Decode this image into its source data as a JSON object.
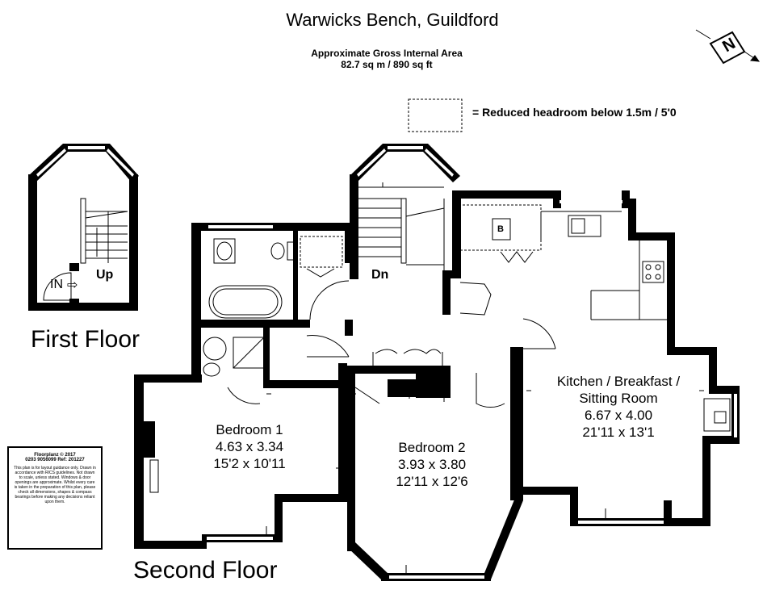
{
  "title": "Warwicks Bench, Guildford",
  "subtitle": "Approximate Gross Internal Area",
  "area": "82.7 sq m / 890 sq ft",
  "legend": "= Reduced headroom below 1.5m / 5'0",
  "compass": "N",
  "first_floor": {
    "label": "First Floor",
    "entrance": "IN",
    "stairs": "Up"
  },
  "second_floor": {
    "label": "Second Floor",
    "stairs": "Dn",
    "boiler": "B",
    "rooms": [
      {
        "name": "Bedroom 1",
        "metric": "4.63 x 3.34",
        "imperial": "15'2 x 10'11"
      },
      {
        "name": "Bedroom 2",
        "metric": "3.93 x 3.80",
        "imperial": "12'11 x 12'6"
      },
      {
        "name": "Kitchen / Breakfast /",
        "name2": "Sitting Room",
        "metric": "6.67 x 4.00",
        "imperial": "21'11 x 13'1"
      }
    ]
  },
  "notice": {
    "heading": "Floorplanz © 2017",
    "contact": "0203 9056099 Ref: 201227",
    "body": "This plan is for layout guidance only. Drawn in accordance with RICS guidelines. Not drawn to scale, unless stated. Windows & door openings are approximate. Whilst every care is taken in the preparation of this plan, please check all dimensions, shapes & compass bearings before making any decisions reliant upon them."
  }
}
